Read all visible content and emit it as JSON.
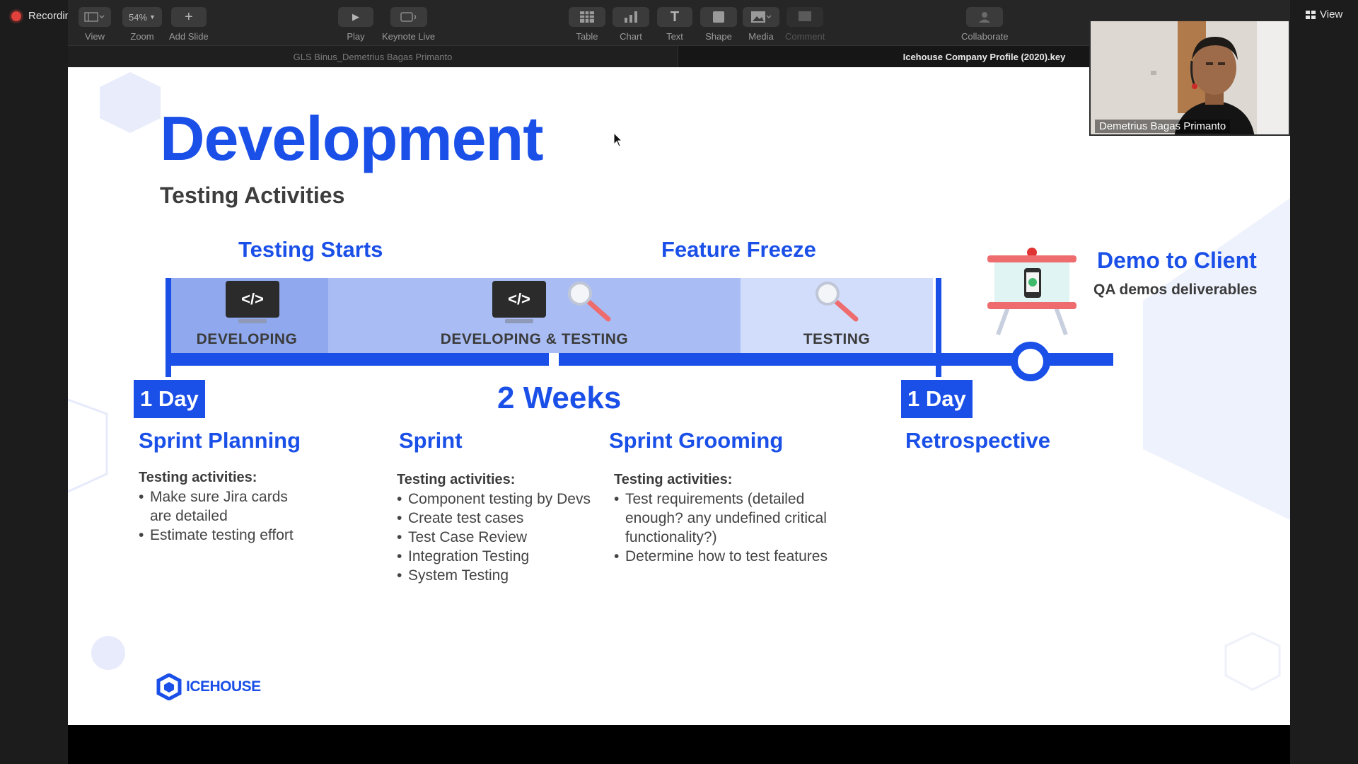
{
  "recording": {
    "label": "Recording"
  },
  "zoom_view_button": {
    "label": "View"
  },
  "toolbar": {
    "view": "View",
    "zoom_value": "54%",
    "zoom": "Zoom",
    "add_slide": "Add Slide",
    "play": "Play",
    "keynote_live": "Keynote Live",
    "table": "Table",
    "chart": "Chart",
    "text": "Text",
    "shape": "Shape",
    "media": "Media",
    "comment": "Comment",
    "collaborate": "Collaborate"
  },
  "tabs": [
    {
      "label": "GLS Binus_Demetrius Bagas Primanto",
      "active": false
    },
    {
      "label": "Icehouse Company Profile (2020).key",
      "active": true
    }
  ],
  "participant": {
    "name": "Demetrius Bagas Primanto"
  },
  "slide": {
    "title": "Development",
    "subtitle": "Testing Activities",
    "phase_heads": {
      "testing_starts": "Testing Starts",
      "feature_freeze": "Feature Freeze"
    },
    "bands": {
      "developing": "DEVELOPING",
      "dev_testing": "DEVELOPING & TESTING",
      "testing": "TESTING"
    },
    "code_glyph": "</>",
    "demo": {
      "title": "Demo to Client",
      "subtitle": "QA demos deliverables"
    },
    "badges": {
      "left": "1 Day",
      "right": "1 Day"
    },
    "weeks": "2 Weeks",
    "sections": {
      "sprint_planning": {
        "title": "Sprint Planning",
        "activities_label": "Testing activities:",
        "items": [
          "Make sure Jira cards are detailed",
          "Estimate testing effort"
        ]
      },
      "sprint": {
        "title": "Sprint",
        "activities_label": "Testing activities:",
        "items": [
          "Component testing by Devs",
          "Create test cases",
          "Test Case Review",
          "Integration Testing",
          "System Testing"
        ]
      },
      "sprint_grooming": {
        "title": "Sprint Grooming",
        "activities_label": "Testing activities:",
        "items": [
          "Test requirements (detailed enough? any undefined critical functionality?)",
          "Determine how to test features"
        ]
      },
      "retrospective": {
        "title": "Retrospective"
      }
    },
    "logo_text": "ICEHOUSE",
    "colors": {
      "brand_blue": "#1a4fe8",
      "band_dark": "#8fa8ee",
      "band_mid": "#a9bdf4",
      "band_light": "#d2ddfb"
    }
  }
}
